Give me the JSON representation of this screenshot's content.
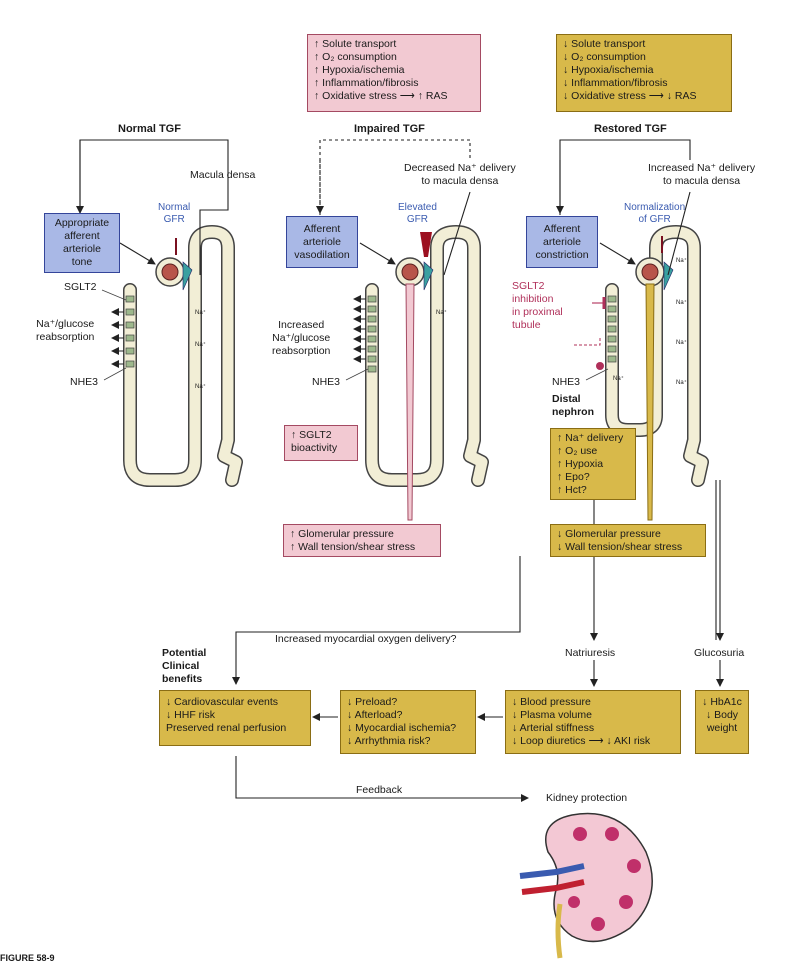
{
  "top_boxes": {
    "impaired": [
      "↑ Solute transport",
      "↑ O₂ consumption",
      "↑ Hypoxia/ischemia",
      "↑ Inflammation/fibrosis",
      "↑ Oxidative stress ⟶ ↑ RAS"
    ],
    "restored": [
      "↓ Solute transport",
      "↓ O₂ consumption",
      "↓ Hypoxia/ischemia",
      "↓ Inflammation/fibrosis",
      "↓ Oxidative stress ⟶ ↓ RAS"
    ]
  },
  "panels": {
    "normal": {
      "title": "Normal TGF",
      "macula": "Macula densa",
      "gfr": [
        "Normal",
        "GFR"
      ],
      "arteriole": [
        "Appropriate",
        "afferent",
        "arteriole",
        "tone"
      ],
      "sglt2": "SGLT2",
      "reabsorption": [
        "Na⁺/glucose",
        "reabsorption"
      ],
      "nhe3": "NHE3"
    },
    "impaired": {
      "title": "Impaired TGF",
      "delivery": [
        "Decreased Na⁺ delivery",
        "to macula densa"
      ],
      "gfr": [
        "Elevated",
        "GFR"
      ],
      "arteriole": [
        "Afferent",
        "arteriole",
        "vasodilation"
      ],
      "reabsorption": [
        "Increased",
        "Na⁺/glucose",
        "reabsorption"
      ],
      "nhe3": "NHE3",
      "sglt2_box": [
        "↑ SGLT2",
        "bioactivity"
      ],
      "pressure": [
        "↑ Glomerular pressure",
        "↑ Wall tension/shear stress"
      ]
    },
    "restored": {
      "title": "Restored TGF",
      "delivery": [
        "Increased Na⁺ delivery",
        "to macula densa"
      ],
      "gfr": [
        "Normalization",
        "of GFR"
      ],
      "arteriole": [
        "Afferent",
        "arteriole",
        "constriction"
      ],
      "inhibition": [
        "SGLT2",
        "inhibition",
        "in proximal",
        "tubule"
      ],
      "nhe3": "NHE3",
      "distal": [
        "Distal",
        "nephron"
      ],
      "distal_box": [
        "↑ Na⁺ delivery",
        "↑ O₂ use",
        "↑ Hypoxia",
        "↑ Epo?",
        "↑ Hct?"
      ],
      "pressure": [
        "↓ Glomerular pressure",
        "↓ Wall tension/shear stress"
      ]
    }
  },
  "tubule_na": "Na⁺",
  "flow": {
    "myocardial": "Increased myocardial oxygen delivery?",
    "natriuresis": "Natriuresis",
    "glucosuria": "Glucosuria",
    "benefits_title": [
      "Potential",
      "Clinical",
      "benefits"
    ],
    "benefits": [
      "↓ Cardiovascular events",
      "↓ HHF risk",
      "Preserved renal perfusion"
    ],
    "cardiac": [
      "↓ Preload?",
      "↓ Afterload?",
      "↓ Myocardial ischemia?",
      "↓ Arrhythmia risk?"
    ],
    "natri_box": [
      "↓ Blood pressure",
      "↓ Plasma volume",
      "↓ Arterial stiffness",
      "↓ Loop diuretics ⟶ ↓ AKI risk"
    ],
    "gluco_box": [
      "↓ HbA1c",
      "↓ Body",
      "weight"
    ],
    "feedback": "Feedback",
    "kidney": "Kidney protection"
  },
  "caption": "FIGURE 58-9"
}
